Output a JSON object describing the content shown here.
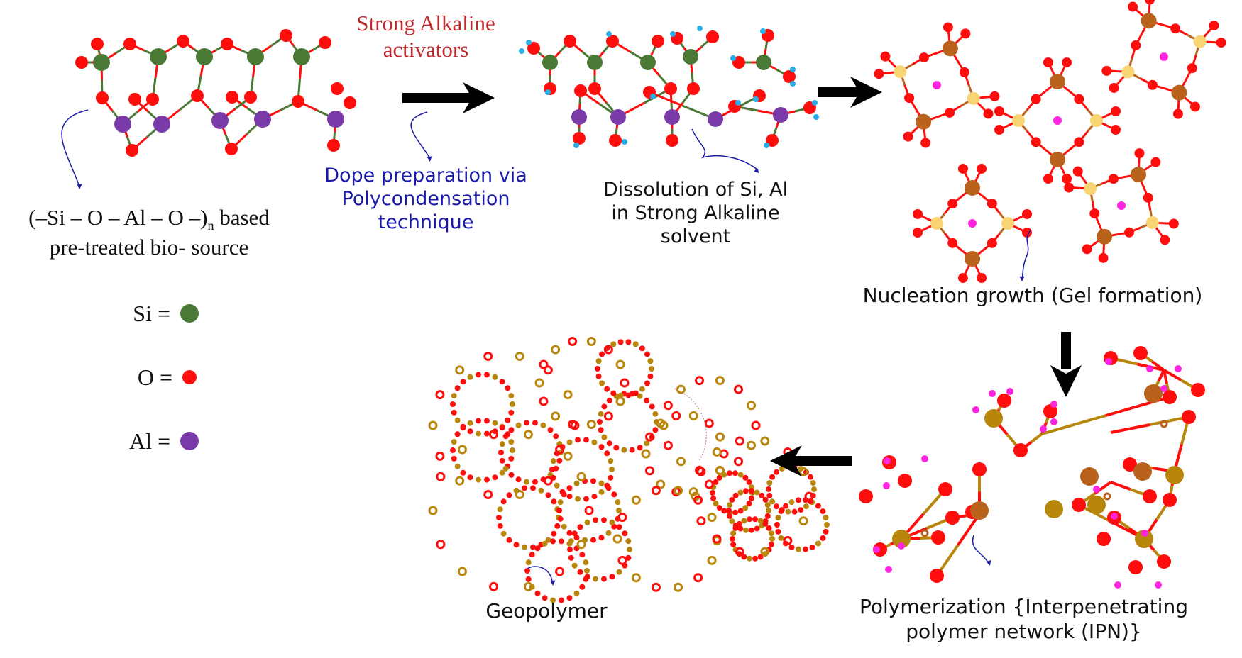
{
  "figure": {
    "title": "Geopolymerization process from pre-treated bio-source",
    "colors": {
      "si": "#4a7a35",
      "o": "#ff0d0d",
      "al": "#7a3aa8",
      "h_blue": "#29aee6",
      "si_gel": "#b8621b",
      "al_gel": "#f8d472",
      "cation": "#ff24e0",
      "si_ipn": "#b8860b",
      "arrow": "#000000",
      "pointer": "#1a1aa8",
      "activator_text": "#c0282d"
    }
  },
  "stages": {
    "source": {
      "formula_main": "(–Si – O – Al – O –)",
      "formula_sub": "n",
      "formula_tail": " based",
      "line2": "pre-treated bio- source"
    },
    "activation": {
      "line1": "Strong Alkaline",
      "line2": "activators"
    },
    "dope": {
      "line1": "Dope preparation via",
      "line2": "Polycondensation",
      "line3": "technique"
    },
    "dissolution": {
      "line1": "Dissolution of Si, Al",
      "line2": "in Strong Alkaline",
      "line3": "solvent"
    },
    "nucleation": {
      "label": "Nucleation growth  (Gel formation)"
    },
    "polymerization": {
      "line1": "Polymerization {Interpenetrating",
      "line2": "polymer network (IPN)}"
    },
    "geopolymer": {
      "label": "Geopolymer"
    }
  },
  "legend": [
    {
      "symbol": "Si =",
      "element": "Si",
      "color": "#4a7a35"
    },
    {
      "symbol": "O =",
      "element": "O",
      "color": "#ff0d0d"
    },
    {
      "symbol": "Al =",
      "element": "Al",
      "color": "#7a3aa8"
    }
  ],
  "flow": [
    "source",
    "dissolution",
    "nucleation",
    "polymerization",
    "geopolymer"
  ]
}
